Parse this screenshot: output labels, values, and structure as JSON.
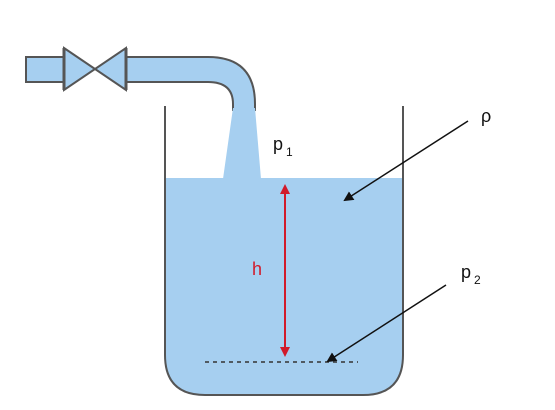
{
  "labels": {
    "density": "ρ",
    "pressure_top": "p",
    "pressure_top_sub": "1",
    "pressure_bottom": "p",
    "pressure_bottom_sub": "2",
    "height": "h"
  },
  "colors": {
    "water": "#a6cff0",
    "outline": "#555555",
    "height_marker": "#d11a2a",
    "arrow": "#111111"
  },
  "icons": {
    "valve": "gate-valve-icon"
  }
}
